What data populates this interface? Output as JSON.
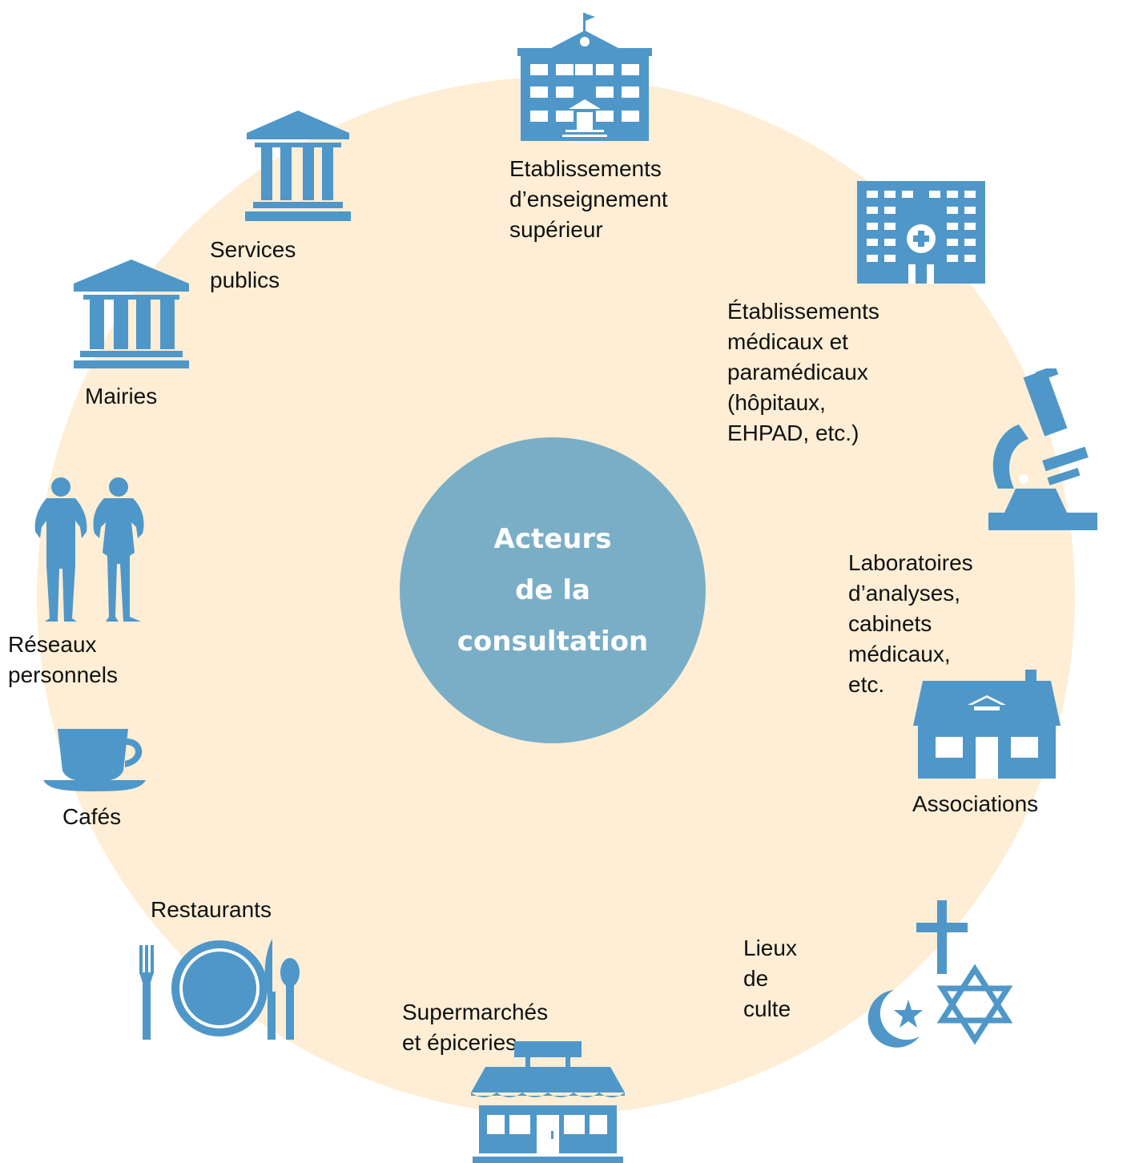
{
  "colors": {
    "background_ring": "#fdeed5",
    "center_circle": "#7aaec6",
    "icon_accent": "#4f97c8",
    "text": "#111111"
  },
  "center": {
    "title": "Acteurs\nde la\nconsultation"
  },
  "actors": [
    {
      "id": "enseignement",
      "icon": "university-building-icon",
      "label": "Etablissements\nd’enseignement supérieur"
    },
    {
      "id": "medical",
      "icon": "hospital-icon",
      "label": "Établissements médicaux et\nparamédicaux (hôpitaux,\nEHPAD, etc.)"
    },
    {
      "id": "laboratoires",
      "icon": "microscope-icon",
      "label": "Laboratoires d’analyses,\ncabinets médicaux, etc."
    },
    {
      "id": "associations",
      "icon": "house-icon",
      "label": "Associations"
    },
    {
      "id": "culte",
      "icon": "religious-symbols-icon",
      "label": "Lieux de culte"
    },
    {
      "id": "supermarches",
      "icon": "shop-icon",
      "label": "Supermarchés et épiceries"
    },
    {
      "id": "restaurants",
      "icon": "plate-cutlery-icon",
      "label": "Restaurants"
    },
    {
      "id": "cafes",
      "icon": "coffee-cup-icon",
      "label": "Cafés"
    },
    {
      "id": "reseaux",
      "icon": "people-icon",
      "label": "Réseaux personnels"
    },
    {
      "id": "mairies",
      "icon": "town-hall-icon",
      "label": "Mairies"
    },
    {
      "id": "services",
      "icon": "public-building-icon",
      "label": "Services publics"
    }
  ]
}
